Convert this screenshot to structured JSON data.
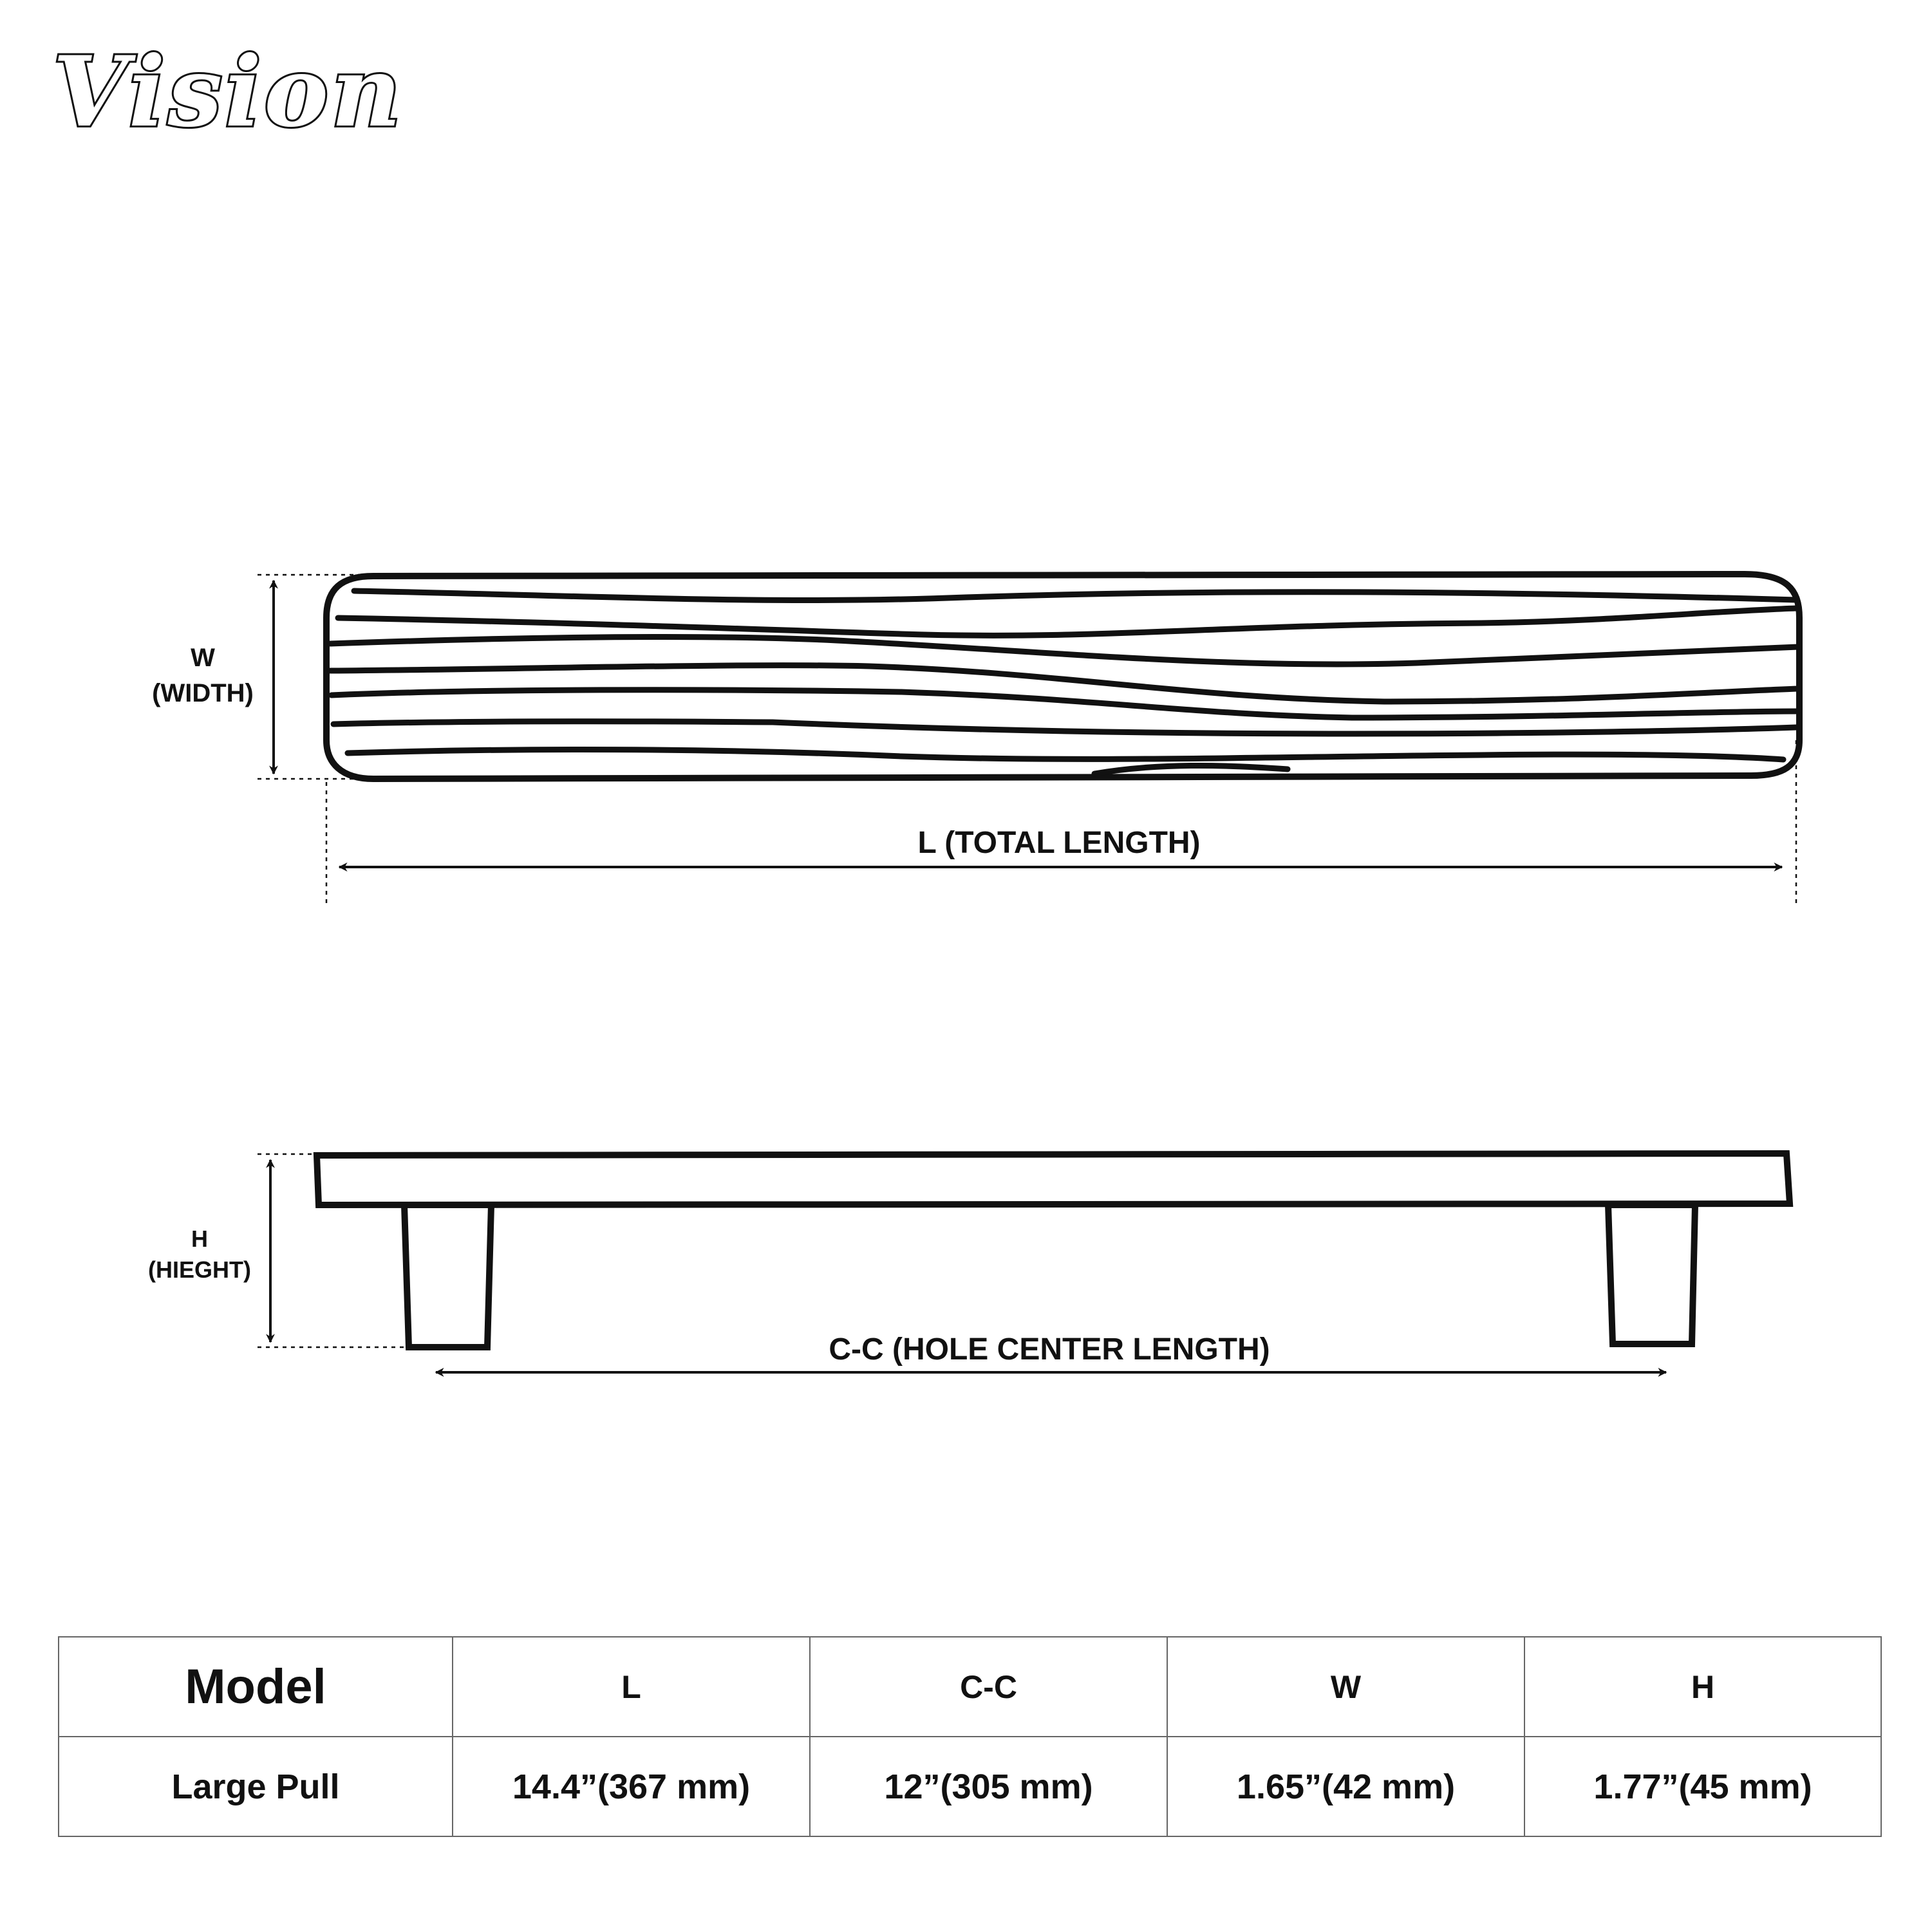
{
  "brand": {
    "logo_text": "Vision"
  },
  "top_view": {
    "width_label": "W",
    "width_sub": "(WIDTH)",
    "length_label": "L (TOTAL LENGTH)"
  },
  "side_view": {
    "height_label": "H",
    "height_sub": "(HIEGHT)",
    "cc_label": "C-C (HOLE CENTER LENGTH)"
  },
  "table": {
    "headers": [
      "Model",
      "L",
      "C-C",
      "W",
      "H"
    ],
    "rows": [
      [
        "Large Pull",
        "14.4”(367 mm)",
        "12”(305 mm)",
        "1.65”(42 mm)",
        "1.77”(45 mm)"
      ]
    ]
  }
}
